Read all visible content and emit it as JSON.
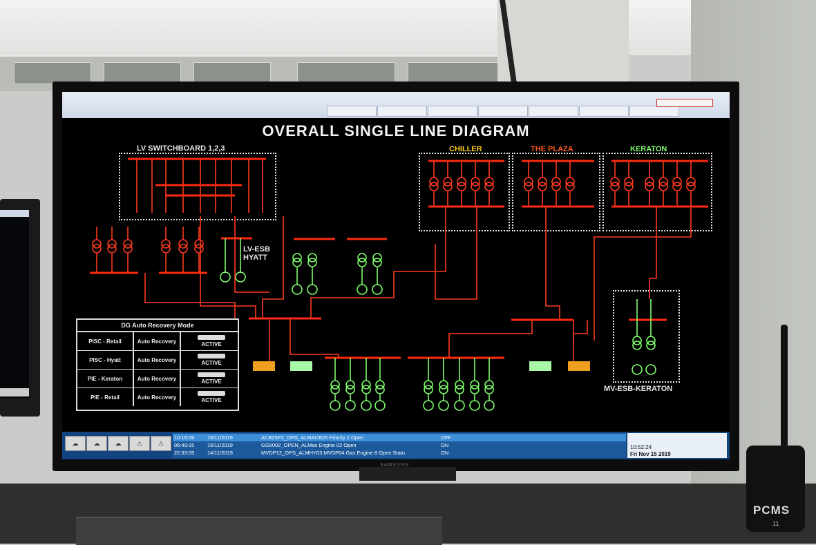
{
  "diagram": {
    "title": "OVERALL SINGLE LINE DIAGRAM",
    "lv_switchboard": "LV SWITCHBOARD 1,2,3",
    "chiller": "CHILLER",
    "the_plaza": "THE PLAZA",
    "keraton": "KERATON",
    "lv_esb_hyatt": "LV-ESB\nHYATT",
    "mv_esb_keraton": "MV-ESB-KERATON",
    "colors": {
      "red_line": "#ff3b1f",
      "green_line": "#7dff6a",
      "bus_red": "#ff2a10",
      "text": "#e8e8e8",
      "title_chiller": "#ffd21f",
      "title_plaza": "#ff5a1f",
      "title_keraton": "#7dff6a"
    }
  },
  "dg_panel": {
    "title": "DG Auto Recovery Mode",
    "rows": [
      {
        "name": "PISC - Retail",
        "mode": "Auto Recovery",
        "status": "ACTIVE"
      },
      {
        "name": "PISC - Hyatt",
        "mode": "Auto Recovery",
        "status": "ACTIVE"
      },
      {
        "name": "PIE - Keraton",
        "mode": "Auto Recovery",
        "status": "ACTIVE"
      },
      {
        "name": "PIE - Retail",
        "mode": "Auto Recovery",
        "status": "ACTIVE"
      }
    ]
  },
  "alarms": {
    "rows": [
      {
        "time": "10:18:09",
        "date": "15/11/2019",
        "message": "ACB25P2_OPS_ALMACB25 Priority 2 Open",
        "state": "OFF",
        "highlight": true
      },
      {
        "time": "06:49:15",
        "date": "15/11/2019",
        "message": "GG5002_OPEN_ALMas Engine 02 Open",
        "state": "ON",
        "highlight": false
      },
      {
        "time": "22:33:09",
        "date": "14/11/2019",
        "message": "MVDP12_OPS_ALMHY03 MVDP04 Gas Engine 8 Open Statu",
        "state": "ON",
        "highlight": false
      }
    ],
    "right_date": "Fri Nov 15 2019",
    "right_time": "10:52:24"
  },
  "environment": {
    "radio_label": "PCMS",
    "radio_number": "11",
    "monitor_brand": "SAMSUNG"
  }
}
